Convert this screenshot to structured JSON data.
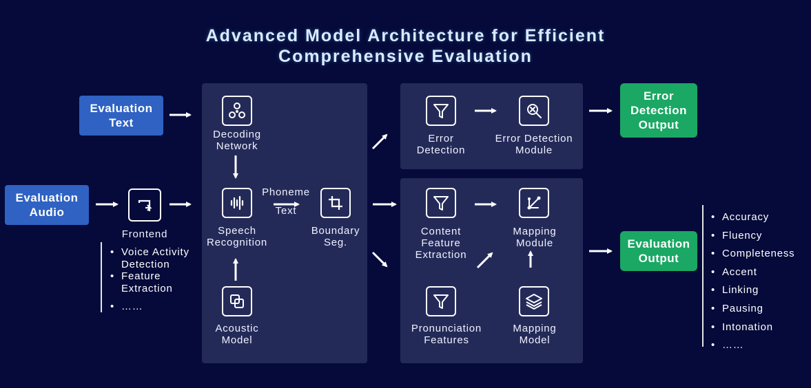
{
  "title": {
    "line1": "Advanced Model Architecture for Efficient",
    "line2": "Comprehensive Evaluation"
  },
  "inputs": {
    "evaluation_text": [
      "Evaluation",
      "Text"
    ],
    "evaluation_audio": [
      "Evaluation",
      "Audio"
    ]
  },
  "frontend": {
    "label": "Frontend",
    "items": [
      "Voice Activity",
      "Detection",
      "Feature",
      "Extraction",
      "……"
    ]
  },
  "recognition_panel": {
    "decoding_network": [
      "Decoding",
      "Network"
    ],
    "speech_recognition": [
      "Speech",
      "Recognition"
    ],
    "acoustic_model": [
      "Acoustic",
      "Model"
    ],
    "phoneme_text": [
      "Phoneme",
      "Text"
    ],
    "boundary_seg": [
      "Boundary",
      "Seg."
    ]
  },
  "error_panel": {
    "error_detection": [
      "Error",
      "Detection"
    ],
    "error_detection_module": [
      "Error Detection",
      "Module"
    ]
  },
  "evaluation_panel": {
    "content_feature_extraction": [
      "Content",
      "Feature",
      "Extraction"
    ],
    "mapping_module": [
      "Mapping",
      "Module"
    ],
    "pronunciation_features": [
      "Pronunciation",
      "Features"
    ],
    "mapping_model": [
      "Mapping",
      "Model"
    ]
  },
  "outputs": {
    "error_detection_output": [
      "Error",
      "Detection",
      "Output"
    ],
    "evaluation_output": [
      "Evaluation",
      "Output"
    ]
  },
  "evaluation_metrics": [
    "Accuracy",
    "Fluency",
    "Completeness",
    "Accent",
    "Linking",
    "Pausing",
    "Intonation",
    "……"
  ],
  "colors": {
    "background": "#050a3a",
    "panel": "#242a58",
    "input_box": "#2f62c2",
    "output_box": "#1aa864",
    "title": "#d7ecff"
  }
}
